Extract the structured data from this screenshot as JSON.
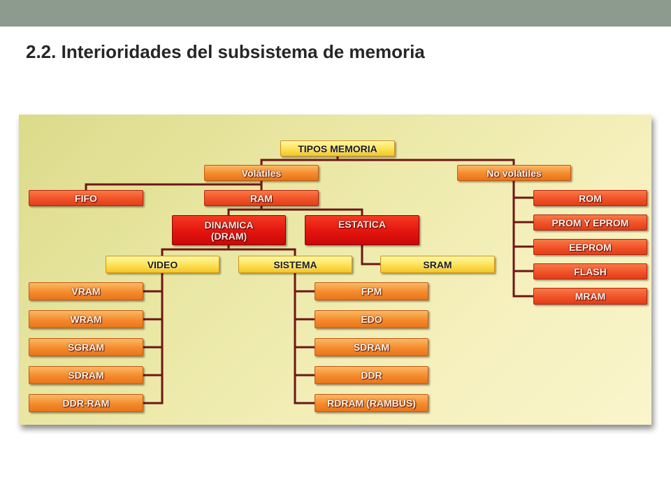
{
  "slide": {
    "title": "2.2. Interioridades del subsistema de memoria"
  },
  "diagram": {
    "nodes": {
      "root": "TIPOS MEMORIA",
      "volatiles": "Volátiles",
      "no_volatiles": "No volátiles",
      "fifo": "FIFO",
      "ram": "RAM",
      "dinamica": "DINAMICA\n(DRAM)",
      "estatica": "ESTATICA",
      "video": "VIDEO",
      "sistema": "SISTEMA",
      "sram": "SRAM",
      "video_types": [
        "VRAM",
        "WRAM",
        "SGRAM",
        "SDRAM",
        "DDR-RAM"
      ],
      "sistema_types": [
        "FPM",
        "EDO",
        "SDRAM",
        "DDR",
        "RDRAM (RAMBUS)"
      ],
      "no_volatile_types": [
        "ROM",
        "PROM Y EPROM",
        "EEPROM",
        "FLASH",
        "MRAM"
      ]
    }
  },
  "colors": {
    "header_band": "#8c9b8d",
    "connector": "#6e1616"
  }
}
